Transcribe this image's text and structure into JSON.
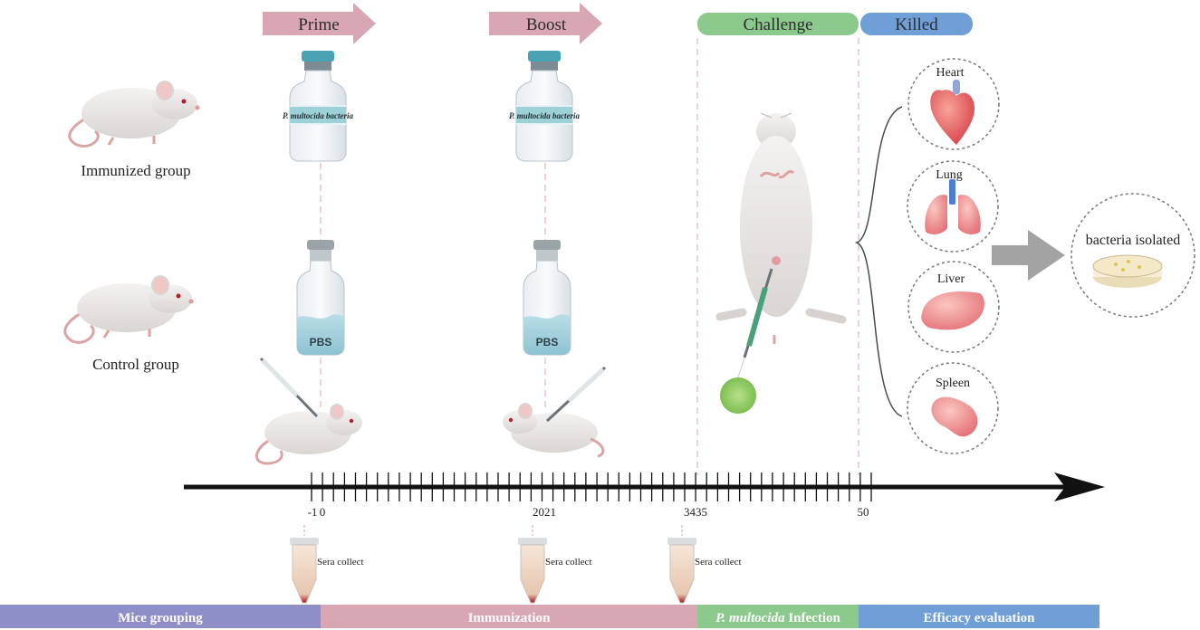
{
  "phase_arrows": {
    "prime": "Prime",
    "boost": "Boost",
    "challenge": "Challenge",
    "killed": "Killed"
  },
  "groups": {
    "immunized": "Immunized group",
    "control": "Control group"
  },
  "vials": {
    "bacteria_label": "P. multocida bacteria",
    "pbs_label": "PBS"
  },
  "organs": {
    "heart": "Heart",
    "lung": "Lung",
    "liver": "Liver",
    "spleen": "Spleen"
  },
  "result": {
    "label": "bacteria isolated"
  },
  "timeline": {
    "ticks": {
      "t_minus1": "-1",
      "t0": "0",
      "t20_21": "2021",
      "t34_35": "3435",
      "t50": "50"
    }
  },
  "sera": {
    "label": "Sera collect"
  },
  "phase_bar": {
    "mice_grouping": "Mice grouping",
    "immunization": "Immunization",
    "infection_species": "P. multocida",
    "infection_word": " Infection",
    "efficacy": "Efficacy evaluation"
  },
  "colors": {
    "prime_boost_arrow": "#d9a6b3",
    "challenge": "#8cc98c",
    "killed": "#6f9fd6",
    "bar_grouping": "#8e8ec9",
    "bar_immunization": "#d9a6b3",
    "bar_infection": "#8cc98c",
    "bar_efficacy": "#6f9fd6"
  }
}
